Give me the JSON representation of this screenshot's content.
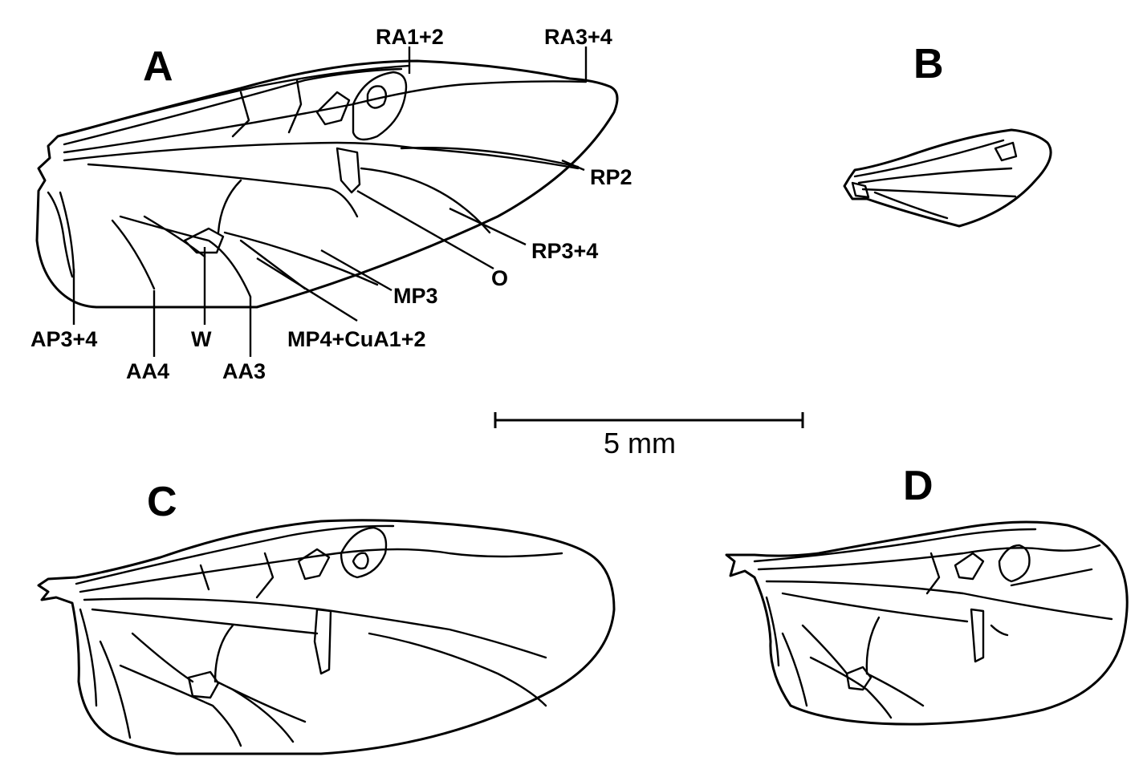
{
  "panels": {
    "a": "A",
    "b": "B",
    "c": "C",
    "d": "D"
  },
  "vein_labels": {
    "ra1_2": "RA1+2",
    "ra3_4": "RA3+4",
    "rp2": "RP2",
    "rp3_4": "RP3+4",
    "o": "O",
    "mp3": "MP3",
    "mp4_cua1_2": "MP4+CuA1+2",
    "ap3_4": "AP3+4",
    "aa4": "AA4",
    "w": "W",
    "aa3": "AA3"
  },
  "scale_bar": {
    "label": "5 mm"
  },
  "colors": {
    "ink": "#000000",
    "background": "#ffffff"
  }
}
